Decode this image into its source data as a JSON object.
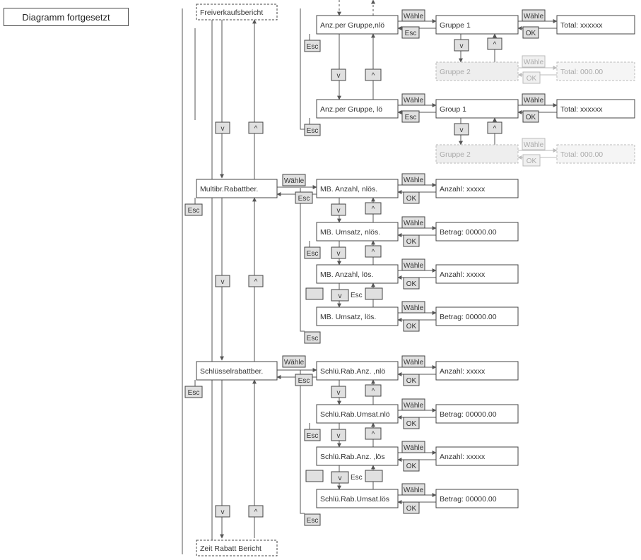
{
  "page_title": "Diagramm fortgesetzt",
  "main_menu": {
    "top": "Freiverkaufsbericht",
    "multi": "Multibr.Rabattber.",
    "key": "Schlüsselrabattber.",
    "bottom": "Zeit Rabatt Bericht"
  },
  "labels": {
    "select": "Wähle",
    "esc": "Esc",
    "ok": "OK",
    "down": "v",
    "up": "^"
  },
  "group_reports": [
    {
      "item": "Anz.per Gruppe,nlö",
      "group": "Gruppe 1",
      "result": "Total: xxxxxx",
      "next_group": "Gruppe 2",
      "next_result": "Total: 000.00"
    },
    {
      "item": "Anz.per Gruppe, lö",
      "group": "Group 1",
      "result": "Total: xxxxxx",
      "next_group": "Gruppe 2",
      "next_result": "Total: 000.00"
    }
  ],
  "multi_items": [
    {
      "item": "MB. Anzahl, nlös.",
      "result": "Anzahl: xxxxx"
    },
    {
      "item": "MB. Umsatz, nlös.",
      "result": "Betrag: 00000.00"
    },
    {
      "item": "MB. Anzahl, lös.",
      "result": "Anzahl: xxxxx"
    },
    {
      "item": "MB. Umsatz, lös.",
      "result": "Betrag: 00000.00"
    }
  ],
  "key_items": [
    {
      "item": "Schlü.Rab.Anz. ,nlö",
      "result": "Anzahl: xxxxx"
    },
    {
      "item": "Schlü.Rab.Umsat.nlö",
      "result": "Betrag: 00000.00"
    },
    {
      "item": "Schlü.Rab.Anz. ,lös",
      "result": "Anzahl: xxxxx"
    },
    {
      "item": "Schlü.Rab.Umsat.lös",
      "result": "Betrag: 00000.00"
    }
  ]
}
